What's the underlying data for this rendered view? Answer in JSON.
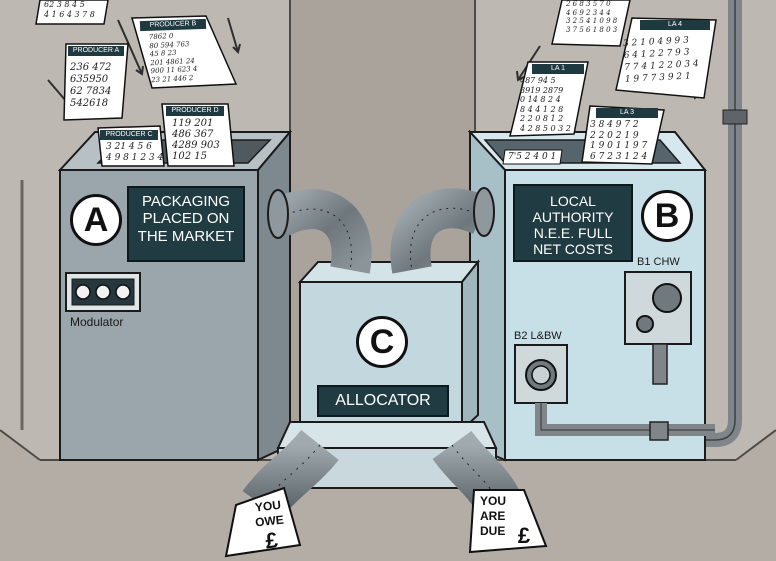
{
  "machine_a": {
    "badge": "A",
    "panel_lines": [
      "PACKAGING",
      "PLACED ON",
      "THE MARKET"
    ],
    "control_label": "Modulator"
  },
  "machine_b": {
    "badge": "B",
    "panel_lines": [
      "LOCAL",
      "AUTHORITY",
      "N.E.E. FULL",
      "NET COSTS"
    ],
    "gauge_1_label": "B1 CHW",
    "gauge_2_label": "B2 L&BW"
  },
  "machine_c": {
    "badge": "C",
    "panel_label": "ALLOCATOR"
  },
  "outputs": {
    "left_ticket": [
      "YOU",
      "OWE",
      "£"
    ],
    "right_ticket": [
      "YOU",
      "ARE",
      "DUE",
      "£"
    ]
  },
  "producer_sheets": [
    {
      "title": "PRODUCER A",
      "digits": "236 472\n635950\n62 7834\n542618"
    },
    {
      "title": "PRODUCER B",
      "digits": "7862 0\n80 594 763\n45 8 23\n201 4861 24\n900 11 623 4\n23 21 446 2"
    },
    {
      "title": "PRODUCER C",
      "digits": "3 21 4 5 6\n4 9 8 1 2 3 4"
    },
    {
      "title": "PRODUCER D",
      "digits": "119 201\n486 367\n4289 903\n102 15"
    }
  ],
  "top_sheet": {
    "digits": "62 3 8 4 5\n4 1 6 4 3 7 8"
  },
  "authority_sheets": [
    {
      "title": "LA 1",
      "digits": "487 94 5\n8919 2879\n0 14 8 2 4\n8 4 4 1 2 8\n2 2 0 8 1 2\n4 2 8 5 0 3 2"
    },
    {
      "title": "LA 3",
      "digits": "3 8 4 9 7 2\n2 2 0 2 1 9\n1 9 0 1 1 9 7\n6 7 2 3 1 2 4"
    },
    {
      "title": "LA 4",
      "digits": "3 2 1 0 4 9 9 3\n6 4 1 2 2 7 9 3\n7 7 4 1 2 2 0 3 4\n1 9 7 7 3 9 2 1"
    },
    {
      "title": "",
      "digits": "2 6 8 3 5 7 0\n4 6 9 2 3 4 4\n3 2 5 4 1 0 9 8\n3 7 5 6 1 8 0 3"
    }
  ],
  "bin_b_digits": "7'5 2 4 0 1",
  "colors": {
    "wall": "#bdb8b2",
    "floor": "#b1aba4",
    "machine_a": "#9aa6ab",
    "machine_b": "#c7dfe6",
    "machine_c": "#c2d8de",
    "panel": "#203c42",
    "duct": "#7c858a"
  }
}
